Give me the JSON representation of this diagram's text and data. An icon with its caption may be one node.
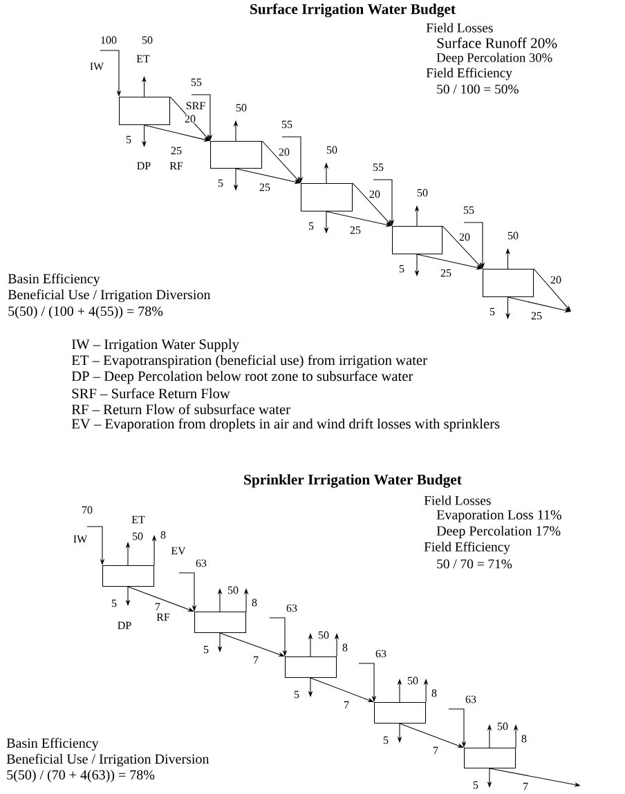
{
  "diagram": {
    "title": "Surface Irrigation Water Budget",
    "nodes": [
      {
        "text": [],
        "shape": "box"
      },
      {
        "text": [],
        "shape": "box"
      },
      {
        "text": [],
        "shape": "box"
      },
      {
        "text": [],
        "shape": "box"
      },
      {
        "text": [],
        "shape": "box"
      },
      {
        "text": [],
        "shape": "box"
      },
      {
        "text": [],
        "shape": "box"
      },
      {
        "text": [],
        "shape": "box"
      },
      {
        "text": [],
        "shape": "box"
      },
      {
        "text": [],
        "shape": "box"
      }
    ],
    "edges": [
      {
        "from": null,
        "to": 0,
        "arrow": "to",
        "label": "100"
      },
      {
        "from": 0,
        "to": null,
        "arrow": "to",
        "label": "50"
      },
      {
        "from": 0,
        "to": null,
        "arrow": "to",
        "label": "5"
      },
      {
        "from": 0,
        "to": 1,
        "arrow": "to",
        "label": "20"
      },
      {
        "from": 0,
        "to": 1,
        "arrow": "to",
        "label": "25"
      },
      {
        "from": null,
        "to": 1,
        "arrow": "to",
        "label": "55"
      },
      {
        "from": 1,
        "to": null,
        "arrow": "to",
        "label": "50"
      },
      {
        "from": 1,
        "to": null,
        "arrow": "to",
        "label": "5"
      },
      {
        "from": 1,
        "to": 2,
        "arrow": "to",
        "label": "20"
      },
      {
        "from": 1,
        "to": 2,
        "arrow": "to",
        "label": "25"
      },
      {
        "from": null,
        "to": 2,
        "arrow": "to",
        "label": "55"
      },
      {
        "from": 2,
        "to": null,
        "arrow": "to",
        "label": "50"
      },
      {
        "from": 2,
        "to": null,
        "arrow": "to",
        "label": "5"
      },
      {
        "from": 2,
        "to": 3,
        "arrow": "to",
        "label": "20"
      },
      {
        "from": 2,
        "to": 3,
        "arrow": "to",
        "label": "25"
      },
      {
        "from": null,
        "to": 3,
        "arrow": "to",
        "label": "55"
      },
      {
        "from": 3,
        "to": null,
        "arrow": "to",
        "label": "50"
      },
      {
        "from": 3,
        "to": null,
        "arrow": "to",
        "label": "5"
      },
      {
        "from": 3,
        "to": 4,
        "arrow": "to",
        "label": "20"
      },
      {
        "from": 3,
        "to": 4,
        "arrow": "to",
        "label": "25"
      },
      {
        "from": null,
        "to": 4,
        "arrow": "to",
        "label": "55"
      },
      {
        "from": 4,
        "to": null,
        "arrow": "to",
        "label": "50"
      },
      {
        "from": 4,
        "to": null,
        "arrow": "to",
        "label": "5"
      },
      {
        "from": 4,
        "to": null,
        "arrow": "to",
        "label": "20"
      },
      {
        "from": 4,
        "to": null,
        "arrow": "to",
        "label": "25"
      },
      {
        "from": null,
        "to": 5,
        "arrow": "to",
        "label": "70"
      },
      {
        "from": 5,
        "to": null,
        "arrow": "to",
        "label": "50"
      },
      {
        "from": 5,
        "to": null,
        "arrow": "to",
        "label": "8"
      },
      {
        "from": 5,
        "to": null,
        "arrow": "to",
        "label": "5"
      },
      {
        "from": 5,
        "to": 6,
        "arrow": "to",
        "label": "7"
      },
      {
        "from": null,
        "to": 6,
        "arrow": "to",
        "label": "63"
      },
      {
        "from": 6,
        "to": null,
        "arrow": "to",
        "label": "50"
      },
      {
        "from": 6,
        "to": null,
        "arrow": "to",
        "label": "8"
      },
      {
        "from": 6,
        "to": null,
        "arrow": "to",
        "label": "5"
      },
      {
        "from": 6,
        "to": 7,
        "arrow": "to",
        "label": "7"
      },
      {
        "from": null,
        "to": 7,
        "arrow": "to",
        "label": "63"
      },
      {
        "from": 7,
        "to": null,
        "arrow": "to",
        "label": "50"
      },
      {
        "from": 7,
        "to": null,
        "arrow": "to",
        "label": "8"
      },
      {
        "from": 7,
        "to": null,
        "arrow": "to",
        "label": "5"
      },
      {
        "from": 7,
        "to": 8,
        "arrow": "to",
        "label": "7"
      },
      {
        "from": null,
        "to": 8,
        "arrow": "to",
        "label": "63"
      },
      {
        "from": 8,
        "to": null,
        "arrow": "to",
        "label": "50"
      },
      {
        "from": 8,
        "to": null,
        "arrow": "to",
        "label": "8"
      },
      {
        "from": 8,
        "to": null,
        "arrow": "to",
        "label": "5"
      },
      {
        "from": 8,
        "to": 9,
        "arrow": "to",
        "label": "7"
      },
      {
        "from": null,
        "to": 9,
        "arrow": "to",
        "label": "63"
      },
      {
        "from": 9,
        "to": null,
        "arrow": "to",
        "label": "50"
      },
      {
        "from": 9,
        "to": null,
        "arrow": "to",
        "label": "8"
      },
      {
        "from": 9,
        "to": null,
        "arrow": "to",
        "label": "5"
      },
      {
        "from": 9,
        "to": null,
        "arrow": "to",
        "label": "7"
      }
    ],
    "labels": [
      "IW",
      "ET",
      "SRF",
      "DP",
      "RF",
      "Field Losses",
      "Surface Runoff 20%",
      "Deep Percolation 30%",
      "Field Efficiency",
      "50 / 100 = 50%",
      "Basin Efficiency",
      "Beneficial Use / Irrigation Diversion",
      "5(50) / (100 + 4(55)) = 78%",
      "IW – Irrigation Water Supply",
      "ET – Evapotranspiration (beneficial use) from irrigation water",
      "DP – Deep Percolation below root zone to subsurface water",
      "SRF – Surface Return Flow",
      "RF – Return Flow of subsurface water",
      "EV – Evaporation from droplets in air and wind drift losses with sprinklers",
      "Sprinkler Irrigation Water Budget",
      "IW",
      "ET",
      "EV",
      "DP",
      "RF",
      "Field Losses",
      "Evaporation Loss 11%",
      "Deep Percolation 17%",
      "Field Efficiency",
      "50 / 70 = 71%",
      "Basin Efficiency",
      "Beneficial Use / Irrigation Diversion",
      "5(50) / (70 + 4(63)) = 78%"
    ]
  }
}
